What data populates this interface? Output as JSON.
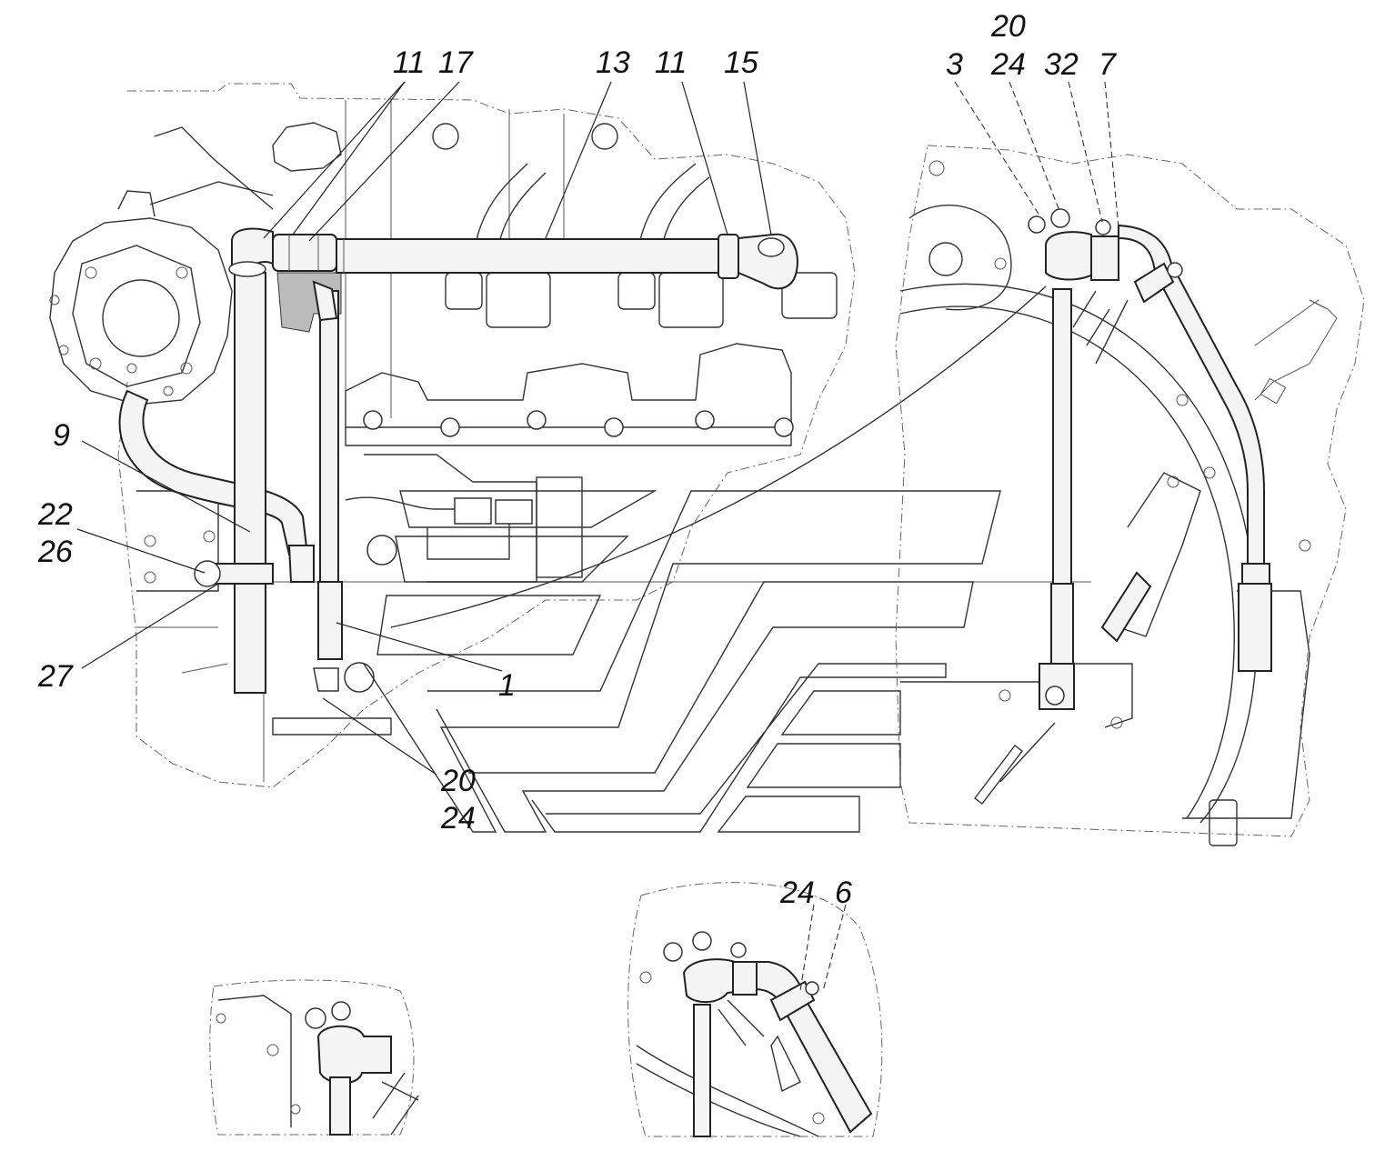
{
  "callouts": {
    "c11a": "11",
    "c17": "17",
    "c13": "13",
    "c11b": "11",
    "c15": "15",
    "c20top": "20",
    "c3": "3",
    "c24top": "24",
    "c32": "32",
    "c7": "7",
    "c9": "9",
    "c22": "22",
    "c26": "26",
    "c27": "27",
    "c1": "1",
    "c20bot": "20",
    "c24bot": "24",
    "c24detail": "24",
    "c6detail": "6"
  },
  "colors": {
    "line": "#333333",
    "text": "#111111",
    "background": "#ffffff"
  }
}
